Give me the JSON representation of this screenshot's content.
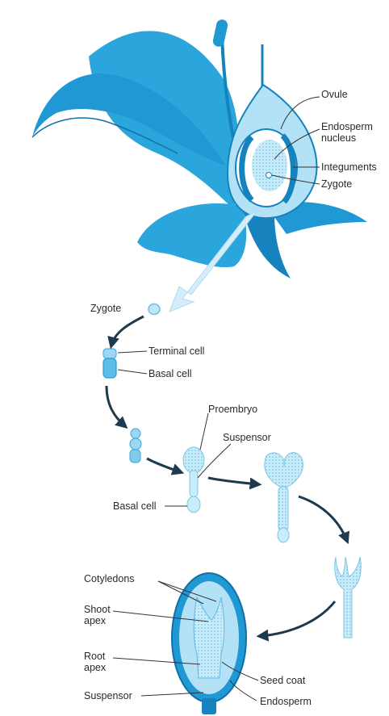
{
  "labels": {
    "ovule": "Ovule",
    "endosperm_nucleus": "Endosperm\nnucleus",
    "integuments": "Integuments",
    "zygote_flower": "Zygote",
    "zygote": "Zygote",
    "terminal_cell": "Terminal cell",
    "basal_cell_top": "Basal cell",
    "proembryo": "Proembryo",
    "suspensor_mid": "Suspensor",
    "basal_cell_mid": "Basal cell",
    "cotyledons": "Cotyledons",
    "shoot_apex": "Shoot\napex",
    "root_apex": "Root\napex",
    "suspensor_seed": "Suspensor",
    "seed_coat": "Seed coat",
    "endosperm": "Endosperm"
  },
  "colors": {
    "petal": "#2aa6dc",
    "petal_dark": "#1683bf",
    "petal_light": "#8ed3f0",
    "cell": "#c6e9f8",
    "cell_stroke": "#7cc4e6",
    "arrow": "#1f3a4d",
    "leader": "#333333"
  }
}
